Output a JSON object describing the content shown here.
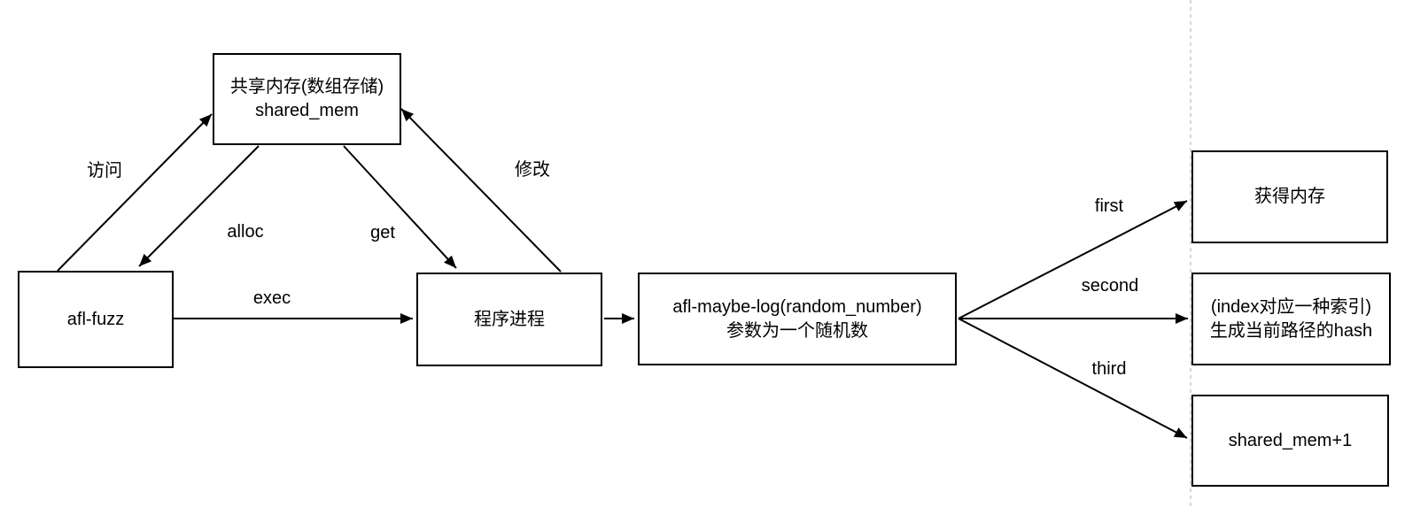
{
  "diagram": {
    "nodes": {
      "shared_mem": {
        "line1": "共享内存(数组存储)",
        "line2": "shared_mem"
      },
      "afl_fuzz": {
        "line1": "afl-fuzz"
      },
      "program_process": {
        "line1": "程序进程"
      },
      "afl_maybe_log": {
        "line1": "afl-maybe-log(random_number)",
        "line2": "参数为一个随机数"
      },
      "get_memory": {
        "line1": "获得内存"
      },
      "index_hash": {
        "line1": "(index对应一种索引)",
        "line2": "生成当前路径的hash"
      },
      "shared_mem_plus1": {
        "line1": "shared_mem+1"
      }
    },
    "edge_labels": {
      "access": "访问",
      "alloc": "alloc",
      "get": "get",
      "modify": "修改",
      "exec": "exec",
      "first": "first",
      "second": "second",
      "third": "third"
    },
    "colors": {
      "stroke": "#000000",
      "node_fill": "#ffffff",
      "background": "#ffffff",
      "guide_line": "#c9c9c9"
    }
  }
}
